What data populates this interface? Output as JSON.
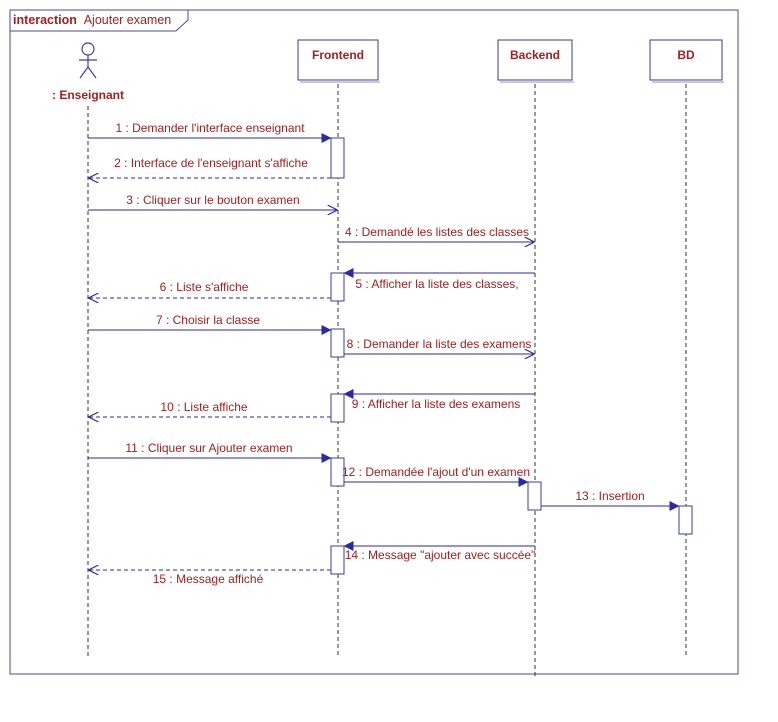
{
  "frame": {
    "keyword": "interaction",
    "name": "Ajouter examen"
  },
  "actor": {
    "name": ": Enseignant"
  },
  "lifelines": [
    {
      "id": "frontend",
      "name": "Frontend"
    },
    {
      "id": "backend",
      "name": "Backend"
    },
    {
      "id": "bd",
      "name": "BD"
    }
  ],
  "messages": [
    {
      "label": "1 : Demander l'interface  enseignant",
      "from": "actor",
      "to": "frontend",
      "kind": "sync"
    },
    {
      "label": "2 : Interface de l'enseignant s'affiche",
      "from": "frontend",
      "to": "actor",
      "kind": "return"
    },
    {
      "label": "3 : Cliquer sur le bouton examen",
      "from": "actor",
      "to": "frontend",
      "kind": "async"
    },
    {
      "label": "4 : Demandé les listes des classes",
      "from": "frontend",
      "to": "backend",
      "kind": "async"
    },
    {
      "label": "5 : Afficher la liste des  classes,",
      "from": "backend",
      "to": "frontend",
      "kind": "sync"
    },
    {
      "label": "6 : Liste s'affiche",
      "from": "frontend",
      "to": "actor",
      "kind": "return"
    },
    {
      "label": "7 : Choisir  la classe",
      "from": "actor",
      "to": "frontend",
      "kind": "sync"
    },
    {
      "label": "8 : Demander la liste des examens",
      "from": "frontend",
      "to": "backend",
      "kind": "async"
    },
    {
      "label": "9 : Afficher la liste des examens",
      "from": "backend",
      "to": "frontend",
      "kind": "sync"
    },
    {
      "label": "10 : Liste affiche",
      "from": "frontend",
      "to": "actor",
      "kind": "return"
    },
    {
      "label": "11 : Cliquer sur Ajouter examen",
      "from": "actor",
      "to": "frontend",
      "kind": "sync"
    },
    {
      "label": "12 : Demandée l'ajout d'un examen",
      "from": "frontend",
      "to": "backend",
      "kind": "sync"
    },
    {
      "label": "13 : Insertion",
      "from": "backend",
      "to": "bd",
      "kind": "sync"
    },
    {
      "label": "14 : Message \"ajouter avec succée\"",
      "from": "backend",
      "to": "frontend",
      "kind": "sync"
    },
    {
      "label": "15 : Message affiché",
      "from": "frontend",
      "to": "actor",
      "kind": "return"
    }
  ],
  "colors": {
    "line": "#3d3d9e",
    "text": "#a32020",
    "header_text": "#3a3a9a",
    "box_fill": "#ffffff"
  }
}
